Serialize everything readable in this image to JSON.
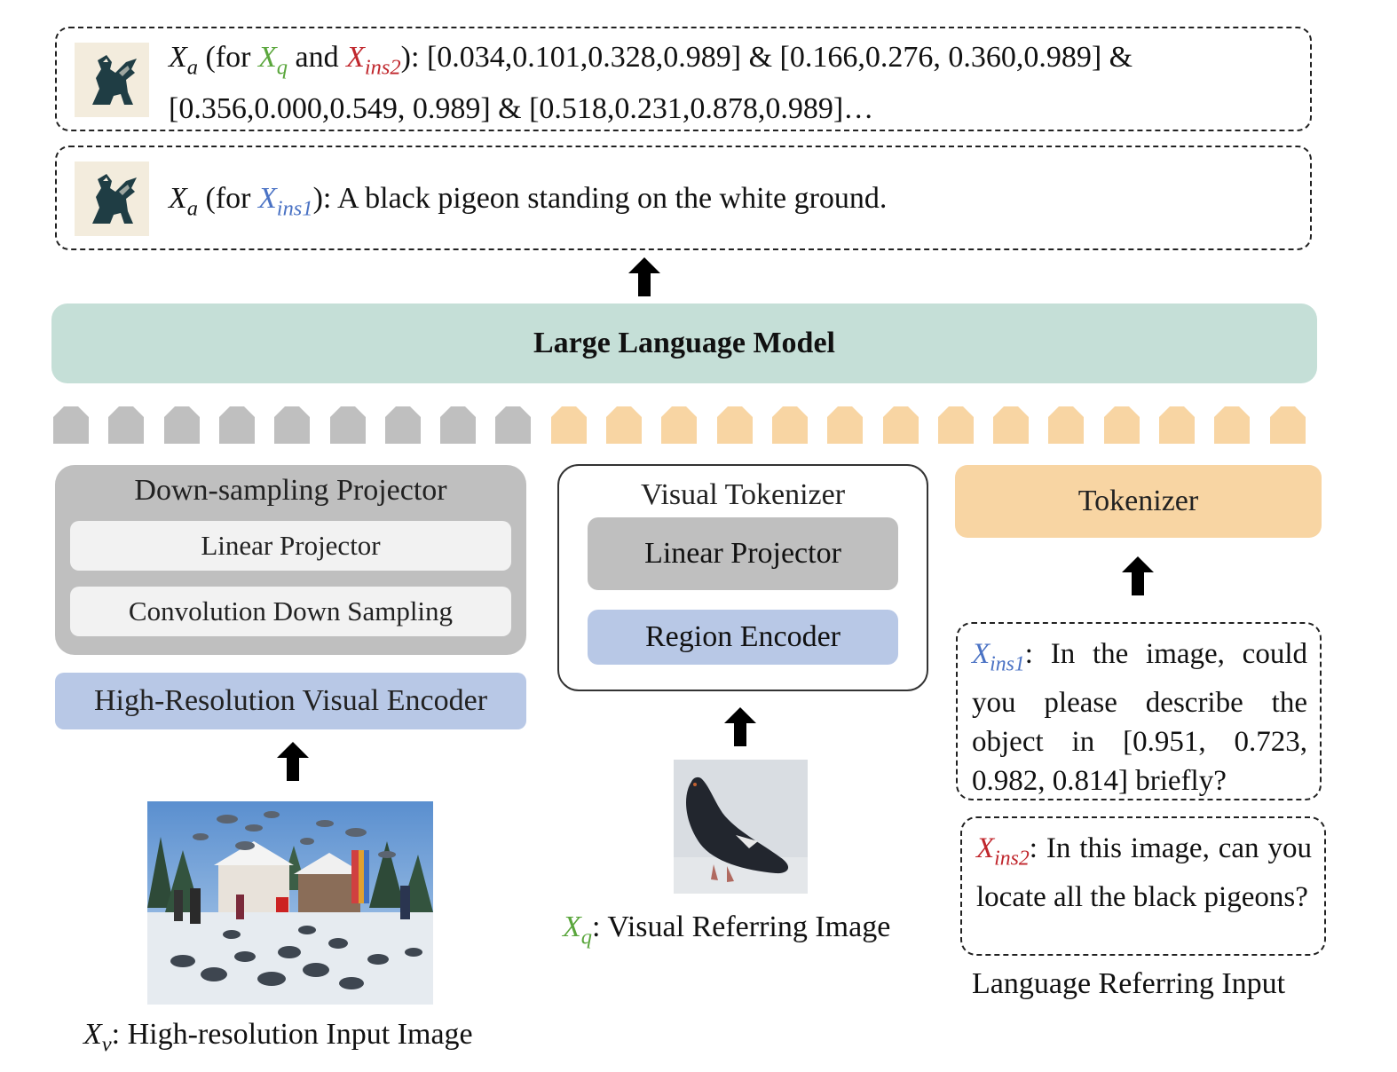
{
  "colors": {
    "llm": "#c5dfd7",
    "gray_token": "#bfbfbf",
    "orange_token": "#f8d5a3",
    "projector": "#bfbfbf",
    "encoder_blue": "#b8c8e6",
    "green_var": "#5aa63c",
    "red_var": "#c0272d",
    "blue_var": "#4a72c4"
  },
  "output_top": {
    "var": "X",
    "var_sub": "a",
    "for_text": " (for ",
    "xq": "X",
    "xq_sub": "q",
    "and_text": " and ",
    "xins2": "X",
    "xins2_sub": "ins2",
    "line1_tail": "): [0.034,0.101,0.328,0.989] & [0.166,0.276, 0.360,0.989] &",
    "line2": "[0.356,0.000,0.549, 0.989] & [0.518,0.231,0.878,0.989]…",
    "logo_icon": "griffin-logo-icon"
  },
  "output_bottom": {
    "var": "X",
    "var_sub": "a",
    "for_text": " (for ",
    "xins1": "X",
    "xins1_sub": "ins1",
    "tail": "): A black pigeon standing on the white ground.",
    "logo_icon": "griffin-logo-icon"
  },
  "llm": {
    "label": "Large Language Model"
  },
  "tokens": {
    "gray_count": 9,
    "orange_count": 14
  },
  "left": {
    "projector_title": "Down-sampling Projector",
    "linear_projector": "Linear Projector",
    "conv_down": "Convolution Down Sampling",
    "encoder": "High-Resolution Visual Encoder",
    "caption_var": "X",
    "caption_sub": "v",
    "caption_text": ": High-resolution Input Image"
  },
  "middle": {
    "title": "Visual Tokenizer",
    "linear_projector": "Linear Projector",
    "region_encoder": "Region Encoder",
    "caption_var": "X",
    "caption_sub": "q",
    "caption_text": ": Visual Referring Image"
  },
  "right": {
    "tokenizer": "Tokenizer",
    "ins1_var": "X",
    "ins1_sub": "ins1",
    "ins1_text": ": In the image, could you please describe the object in [0.951, 0.723, 0.982, 0.814] briefly?",
    "ins2_var": "X",
    "ins2_sub": "ins2",
    "ins2_text": ": In this image, can you locate all the black pigeons?",
    "caption": "Language Referring Input"
  }
}
